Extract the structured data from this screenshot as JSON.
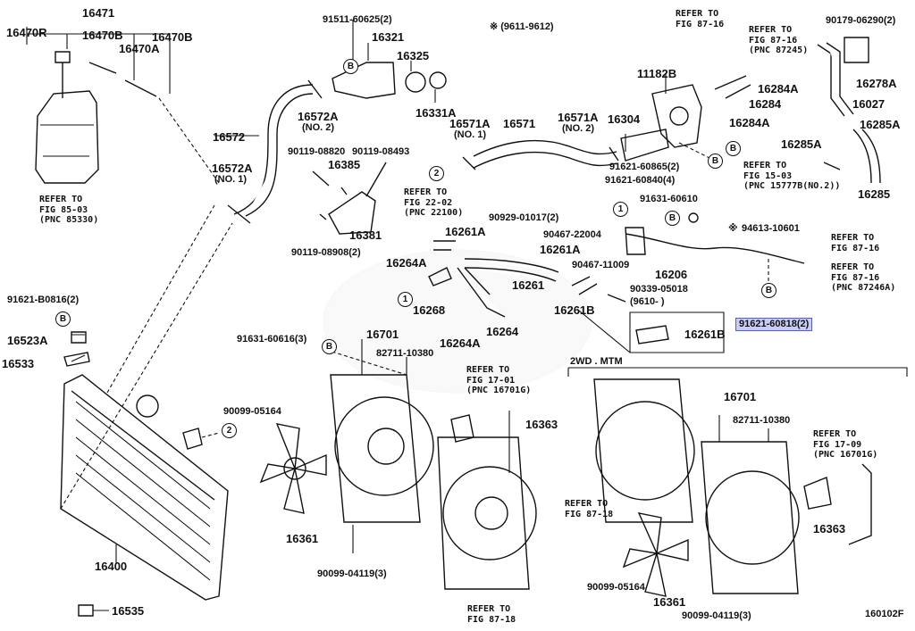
{
  "diagram_id": "160102F",
  "labels": {
    "p16471": "16471",
    "p16470r": "16470R",
    "p16470b_1": "16470B",
    "p16470a": "16470A",
    "p16470b_2": "16470B",
    "p91511": "91511-60625(2)",
    "p16321": "16321",
    "p16325": "16325",
    "p16331a": "16331A",
    "p16572": "16572",
    "p16572a_1": "16572A",
    "p16572a_2": "16572A",
    "p16571": "16571",
    "p16571a_1": "16571A",
    "p16571a_2": "16571A",
    "p16304": "16304",
    "p11182b": "11182B",
    "p90179": "90179-06290(2)",
    "p16278a": "16278A",
    "p16284a_1": "16284A",
    "p16284": "16284",
    "p16284a_2": "16284A",
    "p16027": "16027",
    "p16285a_1": "16285A",
    "p16285a_2": "16285A",
    "p16285": "16285",
    "p90119a": "90119-08820",
    "p90119b": "90119-08493",
    "p16385": "16385",
    "p16381": "16381",
    "p90119c": "90119-08908(2)",
    "p91621a": "91621-60865(2)",
    "p91621b": "91621-60840(4)",
    "p91631a": "91631-60610",
    "p94613": "94613-10601",
    "p90929": "90929-01017(2)",
    "p90467a": "90467-22004",
    "p16261a_1": "16261A",
    "p16261a_2": "16261A",
    "p16264a_1": "16264A",
    "p16264a_2": "16264A",
    "p16268": "16268",
    "p16261": "16261",
    "p16264": "16264",
    "p90467b": "90467-11009",
    "p16206": "16206",
    "p90339": "90339-05018",
    "p16261b_1": "16261B",
    "p16261b_2": "16261B",
    "p91621c": "91621-60818(2)",
    "p91621d": "91621-B0816(2)",
    "p16523a": "16523A",
    "p16533": "16533",
    "p91631b": "91631-60616(3)",
    "p16701_1": "16701",
    "p82711_1": "82711-10380",
    "p90099a": "90099-05164",
    "p16363_1": "16363",
    "p16361_1": "16361",
    "p16400": "16400",
    "p90099b": "90099-04119(3)",
    "p16535": "16535",
    "p2wd": "2WD . MTM",
    "p16701_2": "16701",
    "p82711_2": "82711-10380",
    "p16363_2": "16363",
    "p90099c": "90099-05164",
    "p16361_2": "16361",
    "p90099d": "90099-04119(3)"
  },
  "notes": {
    "date_range": "※  (9611-9612)",
    "star_94613": "※",
    "no1_a": "(NO. 1)",
    "no2_a": "(NO. 2)",
    "no1_b": "(NO. 1)",
    "no2_b": "(NO. 2)",
    "date_9610": "(9610-    )"
  },
  "refs": {
    "r8516": "REFER TO\nFIG 87-16",
    "r8716a": "REFER TO\nFIG 87-16\n(PNC 87245)",
    "r8503": "REFER TO\nFIG 85-03\n(PNC 85330)",
    "r2202": "REFER TO\nFIG 22-02\n(PNC 22100)",
    "r1503": "REFER TO\nFIG 15-03\n(PNC 15777B(NO.2))",
    "r8716b": "REFER TO\nFIG 87-16",
    "r8716c": "REFER TO\nFIG 87-16\n(PNC 87246A)",
    "r1701": "REFER TO\nFIG 17-01\n(PNC 16701G)",
    "r8718a": "REFER TO\nFIG 87-18",
    "r8718b": "REFER TO\nFIG 87-18",
    "r1709": "REFER TO\nFIG 17-09\n(PNC 16701G)"
  },
  "callouts": {
    "c1": "1",
    "c2": "2",
    "b": "B"
  }
}
